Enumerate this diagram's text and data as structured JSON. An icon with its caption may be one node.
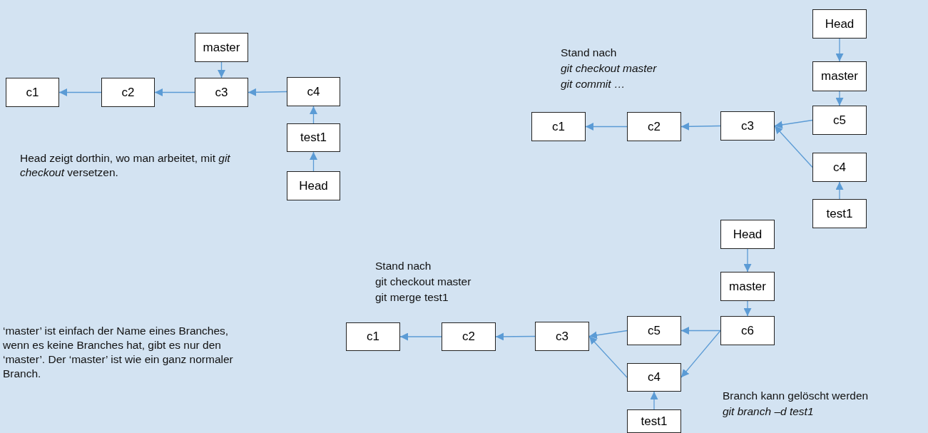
{
  "diagram": {
    "nodes": [
      {
        "text": [
          "c1"
        ]
      },
      {
        "text": [
          "c2"
        ]
      },
      {
        "text": [
          "c3"
        ]
      },
      {
        "text": [
          "c4"
        ]
      },
      {
        "text": [
          "master"
        ]
      },
      {
        "text": [
          "test1"
        ]
      },
      {
        "text": [
          "Head"
        ]
      },
      {
        "text": [
          "Head"
        ]
      },
      {
        "text": [
          "master"
        ]
      },
      {
        "text": [
          "c1"
        ]
      },
      {
        "text": [
          "c2"
        ]
      },
      {
        "text": [
          "c3"
        ]
      },
      {
        "text": [
          "c5"
        ]
      },
      {
        "text": [
          "c4"
        ]
      },
      {
        "text": [
          "test1"
        ]
      },
      {
        "text": [
          "Head"
        ]
      },
      {
        "text": [
          "master"
        ]
      },
      {
        "text": [
          "c1"
        ]
      },
      {
        "text": [
          "c2"
        ]
      },
      {
        "text": [
          "c3"
        ]
      },
      {
        "text": [
          "c5"
        ]
      },
      {
        "text": [
          "c6"
        ]
      },
      {
        "text": [
          "c4"
        ]
      },
      {
        "text": [
          "test1"
        ]
      }
    ],
    "edges": [
      {
        "from": 1,
        "to": 0,
        "arrow": "to"
      },
      {
        "from": 2,
        "to": 1,
        "arrow": "to"
      },
      {
        "from": 3,
        "to": 2,
        "arrow": "to"
      },
      {
        "from": 4,
        "to": 2,
        "arrow": "to"
      },
      {
        "from": 5,
        "to": 3,
        "arrow": "to"
      },
      {
        "from": 6,
        "to": 5,
        "arrow": "to"
      },
      {
        "from": 7,
        "to": 8,
        "arrow": "to"
      },
      {
        "from": 8,
        "to": 12,
        "arrow": "to"
      },
      {
        "from": 10,
        "to": 9,
        "arrow": "to"
      },
      {
        "from": 11,
        "to": 10,
        "arrow": "to"
      },
      {
        "from": 12,
        "to": 11,
        "arrow": "to"
      },
      {
        "from": 13,
        "to": 11,
        "arrow": "to"
      },
      {
        "from": 14,
        "to": 13,
        "arrow": "to"
      },
      {
        "from": 15,
        "to": 16,
        "arrow": "to"
      },
      {
        "from": 16,
        "to": 21,
        "arrow": "to"
      },
      {
        "from": 18,
        "to": 17,
        "arrow": "to"
      },
      {
        "from": 19,
        "to": 18,
        "arrow": "to"
      },
      {
        "from": 20,
        "to": 19,
        "arrow": "to"
      },
      {
        "from": 21,
        "to": 20,
        "arrow": "to"
      },
      {
        "from": 21,
        "to": 22,
        "arrow": "to"
      },
      {
        "from": 22,
        "to": 19,
        "arrow": "to"
      },
      {
        "from": 23,
        "to": 22,
        "arrow": "to"
      }
    ],
    "labels": [
      "Head zeigt dorthin, wo man arbeitet, mit *git checkout* versetzen.",
      "‘master’ ist einfach der Name eines Branches, wenn es keine Branches hat, gibt es nur den ‘master’. Der ‘master’ ist wie ein ganz normaler Branch.",
      "Stand nach",
      "git checkout master",
      "git commit …",
      "Stand nach",
      "git checkout master",
      "git merge test1",
      "Branch kann gelöscht werden",
      "git branch –d test1"
    ]
  }
}
